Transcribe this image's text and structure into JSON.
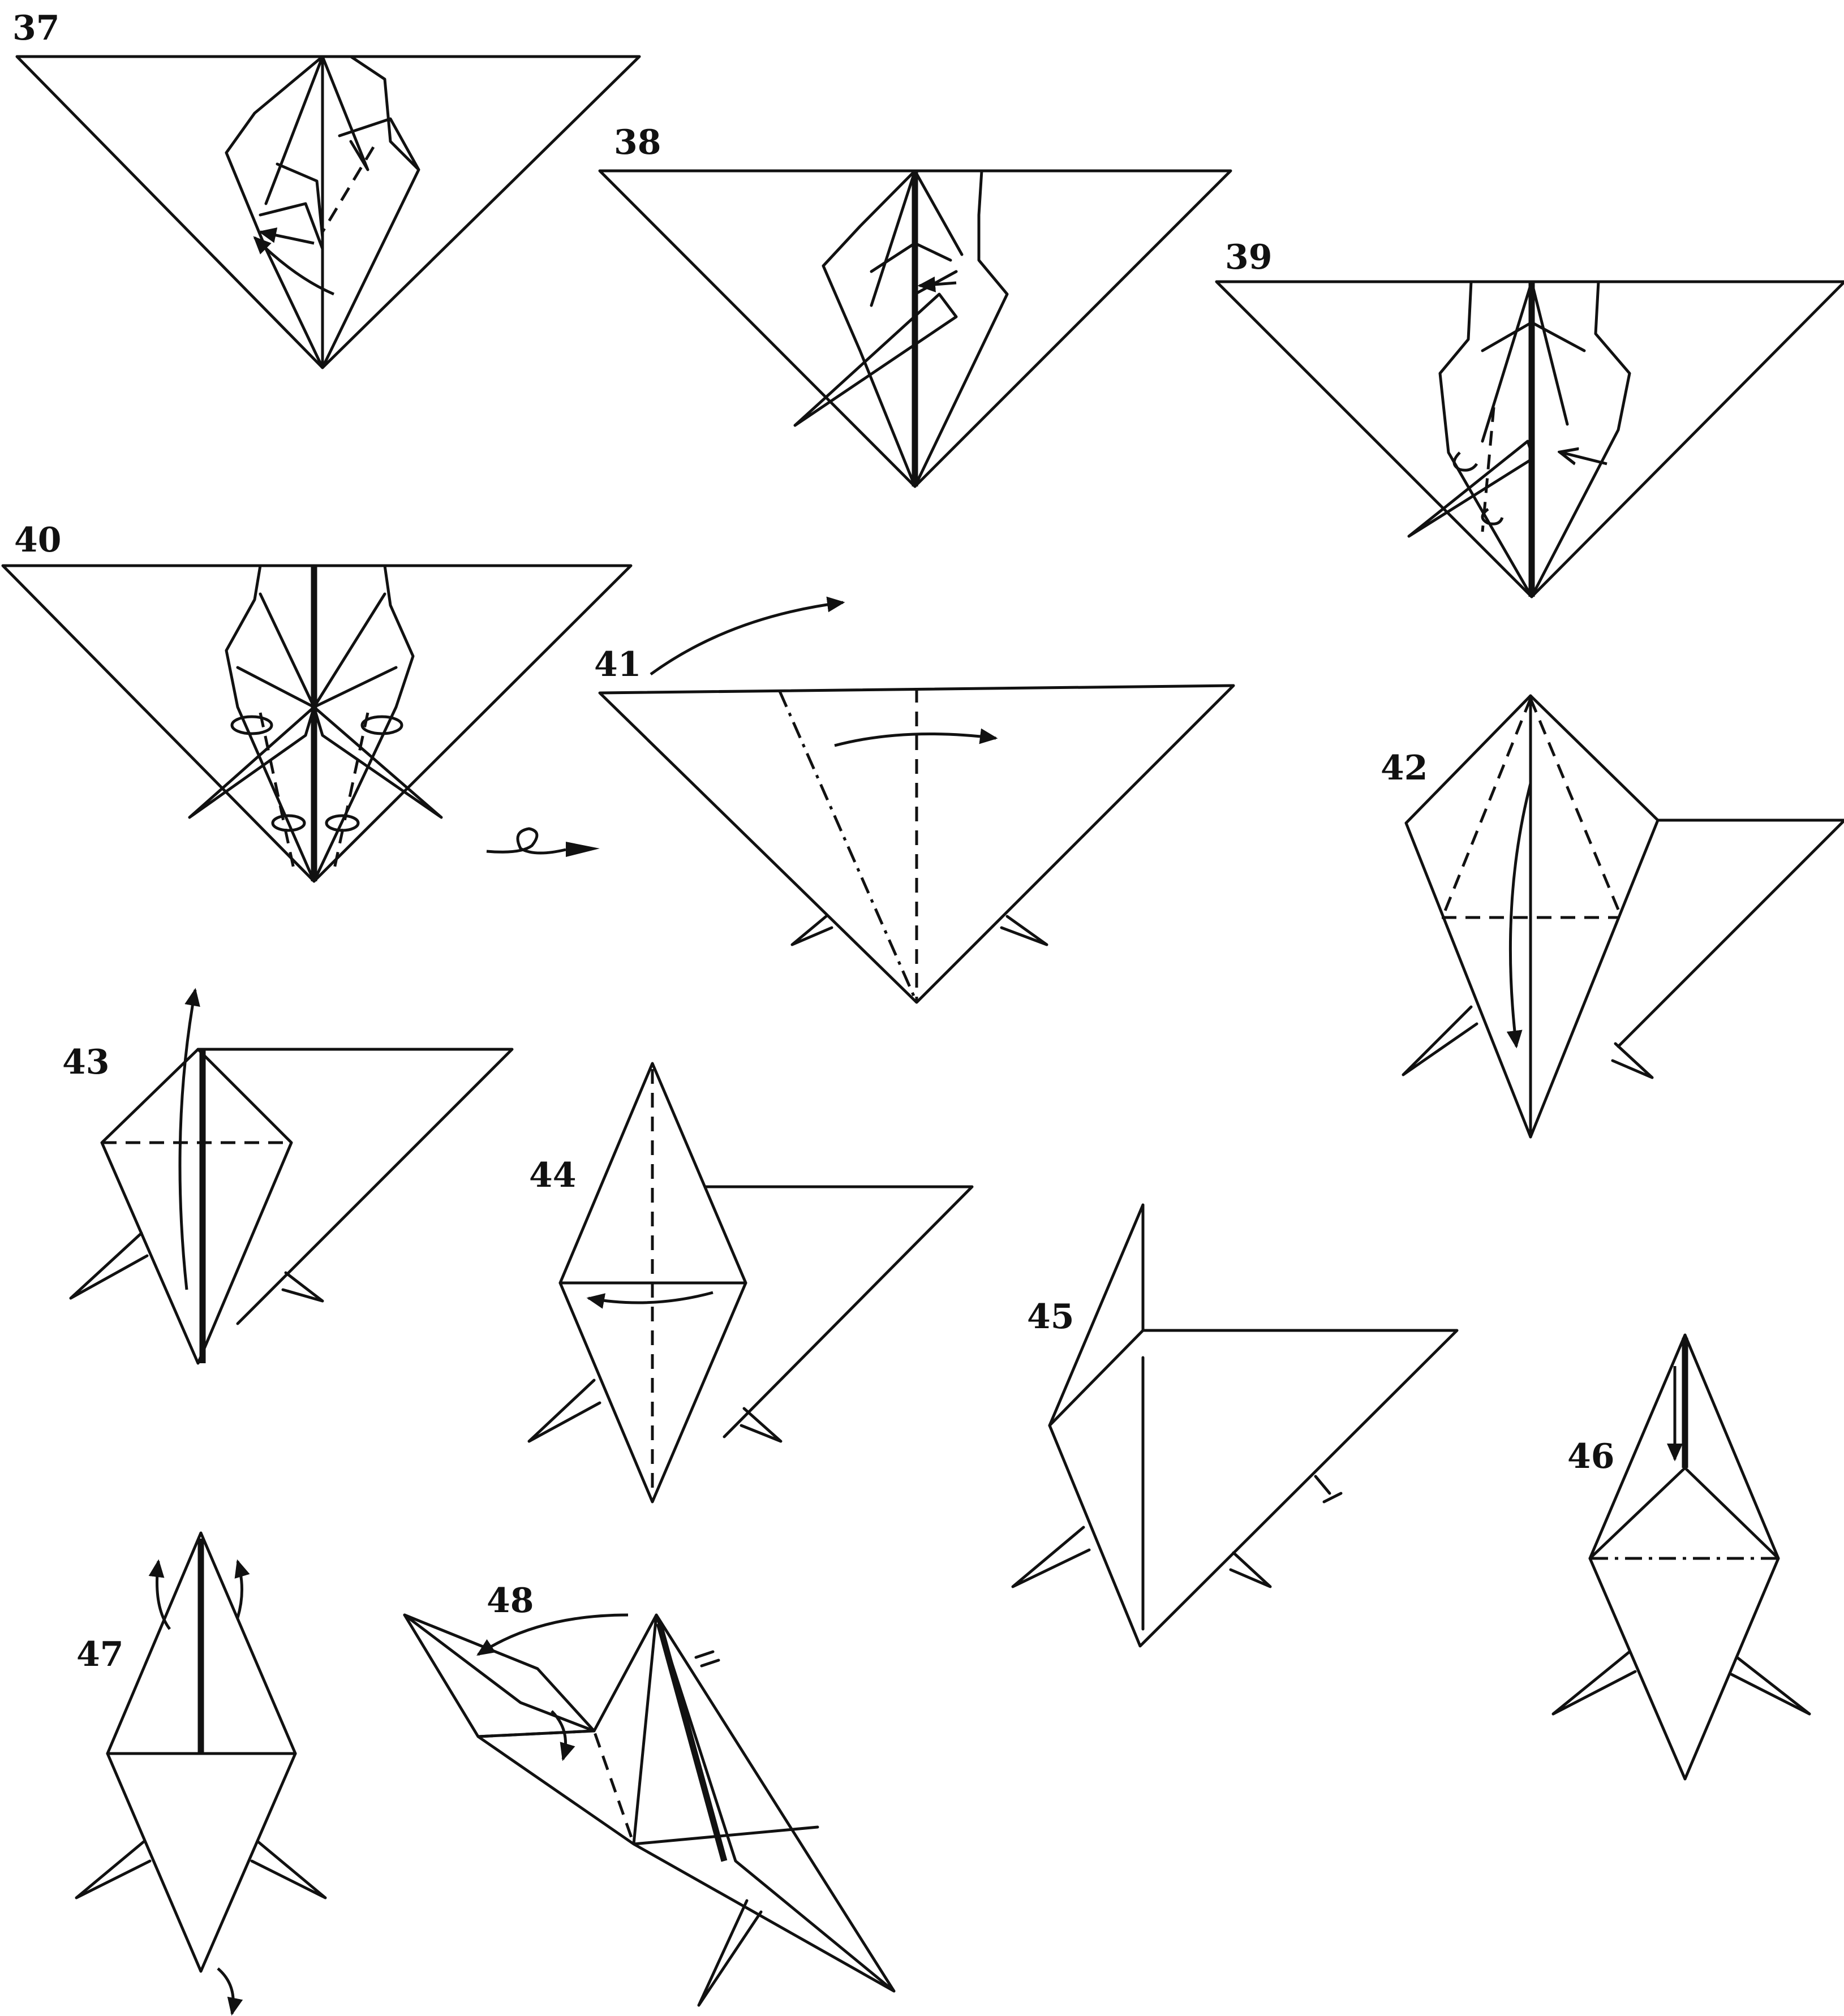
{
  "steps": [
    {
      "id": "37",
      "label": "37"
    },
    {
      "id": "38",
      "label": "38"
    },
    {
      "id": "39",
      "label": "39"
    },
    {
      "id": "40",
      "label": "40"
    },
    {
      "id": "41",
      "label": "41"
    },
    {
      "id": "42",
      "label": "42"
    },
    {
      "id": "43",
      "label": "43"
    },
    {
      "id": "44",
      "label": "44"
    },
    {
      "id": "45",
      "label": "45"
    },
    {
      "id": "46",
      "label": "46"
    },
    {
      "id": "47",
      "label": "47"
    },
    {
      "id": "48",
      "label": "48"
    }
  ],
  "legend": {
    "line_color": "#111111",
    "background": "#ffffff"
  }
}
